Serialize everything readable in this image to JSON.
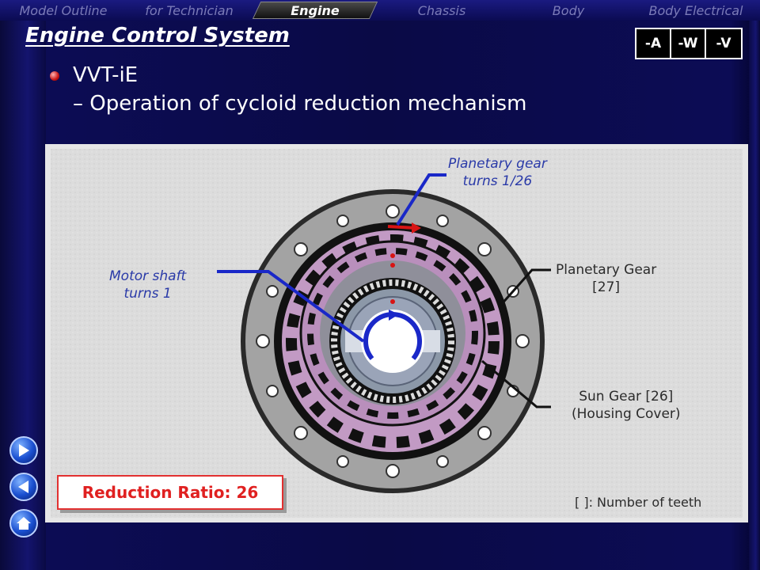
{
  "nav": {
    "tabs": [
      "Model Outline",
      "for Technician",
      "Engine",
      "Chassis",
      "Body",
      "Body Electrical"
    ],
    "active": "Engine"
  },
  "page": {
    "title": "Engine Control System",
    "variants": [
      "-A",
      "-W",
      "-V"
    ],
    "heading": "VVT-iE",
    "subheading": "– Operation of cycloid reduction mechanism"
  },
  "diagram": {
    "planetary_turns": [
      "Planetary gear",
      "turns 1/26"
    ],
    "motor_turns": [
      "Motor shaft",
      "turns 1"
    ],
    "planetary_gear": [
      "Planetary Gear",
      "[27]"
    ],
    "sun_gear": [
      "Sun Gear [26]",
      "(Housing Cover)"
    ],
    "reduction_ratio": "Reduction Ratio: 26",
    "teeth_note": "[ ]: Number of teeth"
  },
  "side_nav": {
    "icons": [
      "forward-arrow-icon",
      "back-arrow-icon",
      "home-icon"
    ]
  },
  "colors": {
    "background": "#0a0a46",
    "label_blue": "#2a3aa8",
    "ratio_red": "#e02020",
    "gear_pink": "#c39ac5",
    "housing_gray": "#a8a8a8"
  }
}
